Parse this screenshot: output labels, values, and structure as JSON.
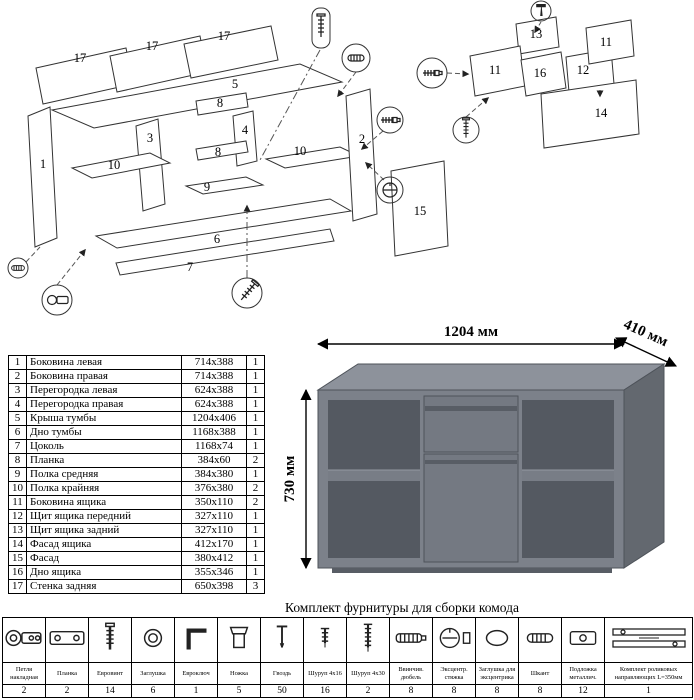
{
  "parts": {
    "rows": [
      {
        "num": "1",
        "name": "Боковина левая",
        "size": "714x388",
        "qty": "1"
      },
      {
        "num": "2",
        "name": "Боковина правая",
        "size": "714x388",
        "qty": "1"
      },
      {
        "num": "3",
        "name": "Перегородка левая",
        "size": "624x388",
        "qty": "1"
      },
      {
        "num": "4",
        "name": "Перегородка правая",
        "size": "624x388",
        "qty": "1"
      },
      {
        "num": "5",
        "name": "Крыша тумбы",
        "size": "1204x406",
        "qty": "1"
      },
      {
        "num": "6",
        "name": "Дно тумбы",
        "size": "1168x388",
        "qty": "1"
      },
      {
        "num": "7",
        "name": "Цоколь",
        "size": "1168x74",
        "qty": "1"
      },
      {
        "num": "8",
        "name": "Планка",
        "size": "384x60",
        "qty": "2"
      },
      {
        "num": "9",
        "name": "Полка средняя",
        "size": "384x380",
        "qty": "1"
      },
      {
        "num": "10",
        "name": "Полка крайняя",
        "size": "376x380",
        "qty": "2"
      },
      {
        "num": "11",
        "name": "Боковина ящика",
        "size": "350x110",
        "qty": "2"
      },
      {
        "num": "12",
        "name": "Щит ящика передний",
        "size": "327x110",
        "qty": "1"
      },
      {
        "num": "13",
        "name": "Щит ящика задний",
        "size": "327x110",
        "qty": "1"
      },
      {
        "num": "14",
        "name": "Фасад ящика",
        "size": "412x170",
        "qty": "1"
      },
      {
        "num": "15",
        "name": "Фасад",
        "size": "380x412",
        "qty": "1"
      },
      {
        "num": "16",
        "name": "Дно ящика",
        "size": "355x346",
        "qty": "1"
      },
      {
        "num": "17",
        "name": "Стенка задняя",
        "size": "650x398",
        "qty": "3"
      }
    ]
  },
  "render": {
    "width": "1204 мм",
    "depth": "410 мм",
    "height": "730 мм"
  },
  "hardware": {
    "title": "Комплект фурнитуры для сборки комода",
    "items": [
      {
        "name": "Петля накладная",
        "qty": "2"
      },
      {
        "name": "Планка",
        "qty": "2"
      },
      {
        "name": "Евровинт",
        "qty": "14"
      },
      {
        "name": "Заглушка",
        "qty": "6"
      },
      {
        "name": "Евроключ",
        "qty": "1"
      },
      {
        "name": "Ножка",
        "qty": "5"
      },
      {
        "name": "Гвоздь",
        "qty": "50"
      },
      {
        "name": "Шуруп 4x16",
        "qty": "16"
      },
      {
        "name": "Шуруп 4x30",
        "qty": "2"
      },
      {
        "name": "Ввинчив. дюбель",
        "qty": "8"
      },
      {
        "name": "Эксцентр. стяжка",
        "qty": "8"
      },
      {
        "name": "Заглушка для эксцентрика",
        "qty": "8"
      },
      {
        "name": "Шкант",
        "qty": "8"
      },
      {
        "name": "Подложка металлич.",
        "qty": "12"
      },
      {
        "name": "Комплект роликовых направляющих L=350мм",
        "qty": "1"
      }
    ]
  },
  "exploded": {
    "left_labels": [
      "17",
      "17",
      "17",
      "5",
      "1",
      "3",
      "10",
      "8",
      "4",
      "8",
      "9",
      "10",
      "2",
      "6",
      "7",
      "15"
    ],
    "right_labels": [
      "13",
      "11",
      "16",
      "12",
      "11",
      "14"
    ]
  },
  "colors": {
    "carcass_front": "#7c818a",
    "carcass_top": "#8d929b",
    "carcass_side": "#63686f",
    "interior": "#545961",
    "line": "#333333"
  }
}
